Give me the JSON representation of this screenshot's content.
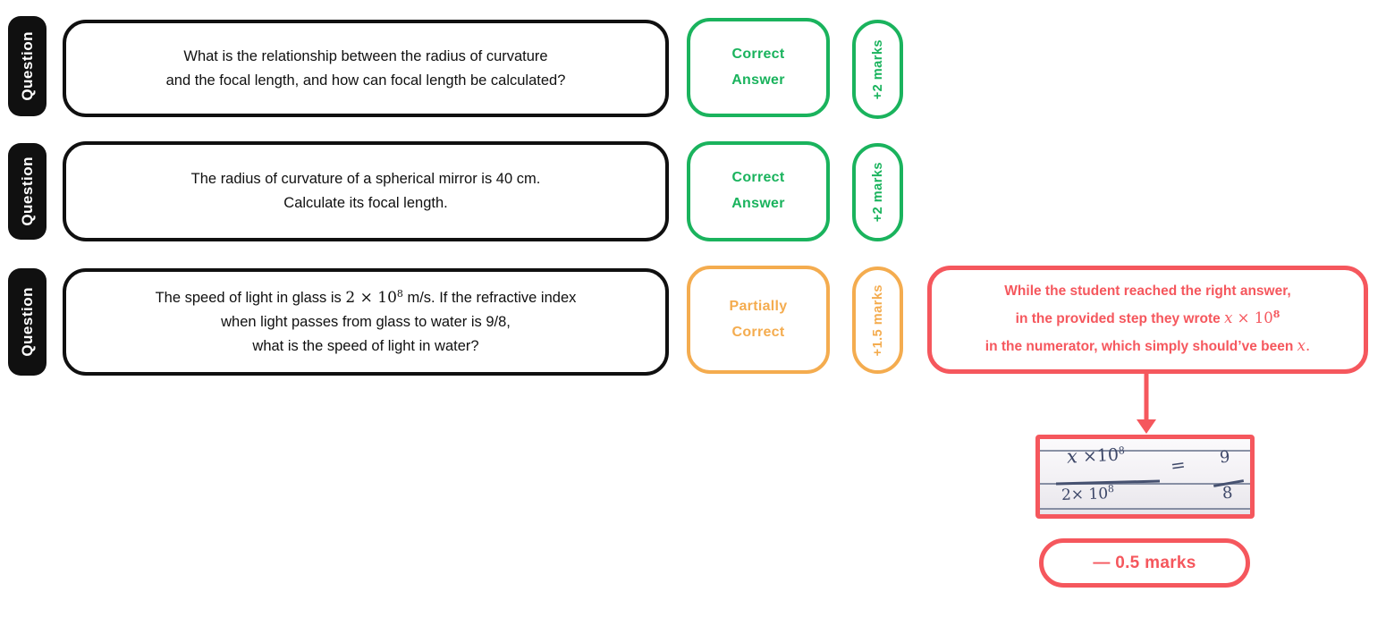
{
  "colors": {
    "green": "#1AB35D",
    "amber": "#F4AC4F",
    "red": "#F5575D",
    "black": "#101010",
    "ink": "#3D4768"
  },
  "rows": [
    {
      "label": "Question",
      "lines": [
        "What is the relationship between the radius of curvature",
        "and the focal length, and how can focal length be calculated?"
      ],
      "status_line1": "Correct",
      "status_line2": "Answer",
      "marks": "+2 marks"
    },
    {
      "label": "Question",
      "lines": [
        "The radius of curvature of a spherical mirror is 40 cm.",
        "Calculate its focal length."
      ],
      "status_line1": "Correct",
      "status_line2": "Answer",
      "marks": "+2 marks"
    },
    {
      "label": "Question",
      "line1_pre": "The speed of light in glass is ",
      "line1_math": "2 × 10",
      "line1_sup": "8",
      "line1_post": " m/s. If the refractive index",
      "line2": "when light passes from glass to water is 9/8,",
      "line3": "what is the speed of light in water?",
      "status_line1": "Partially",
      "status_line2": "Correct",
      "marks": "+1.5 marks"
    }
  ],
  "feedback": {
    "line1": "While the student reached the right answer,",
    "line2_pre": "in the provided step they wrote ",
    "line2_x": "x",
    "line2_times": " × 10",
    "line2_sup": "8",
    "line3_pre": "in the numerator, which simply should’ve been ",
    "line3_x": "x",
    "line3_period": "."
  },
  "work_image": {
    "numerator_x": "x",
    "numerator_rest": " ×10",
    "numerator_sup": "8",
    "denominator": "2× 10",
    "denominator_sup": "8",
    "equals": "=",
    "rhs_top": "9",
    "rhs_bottom": "8"
  },
  "deduction": {
    "label": "— 0.5 marks"
  }
}
